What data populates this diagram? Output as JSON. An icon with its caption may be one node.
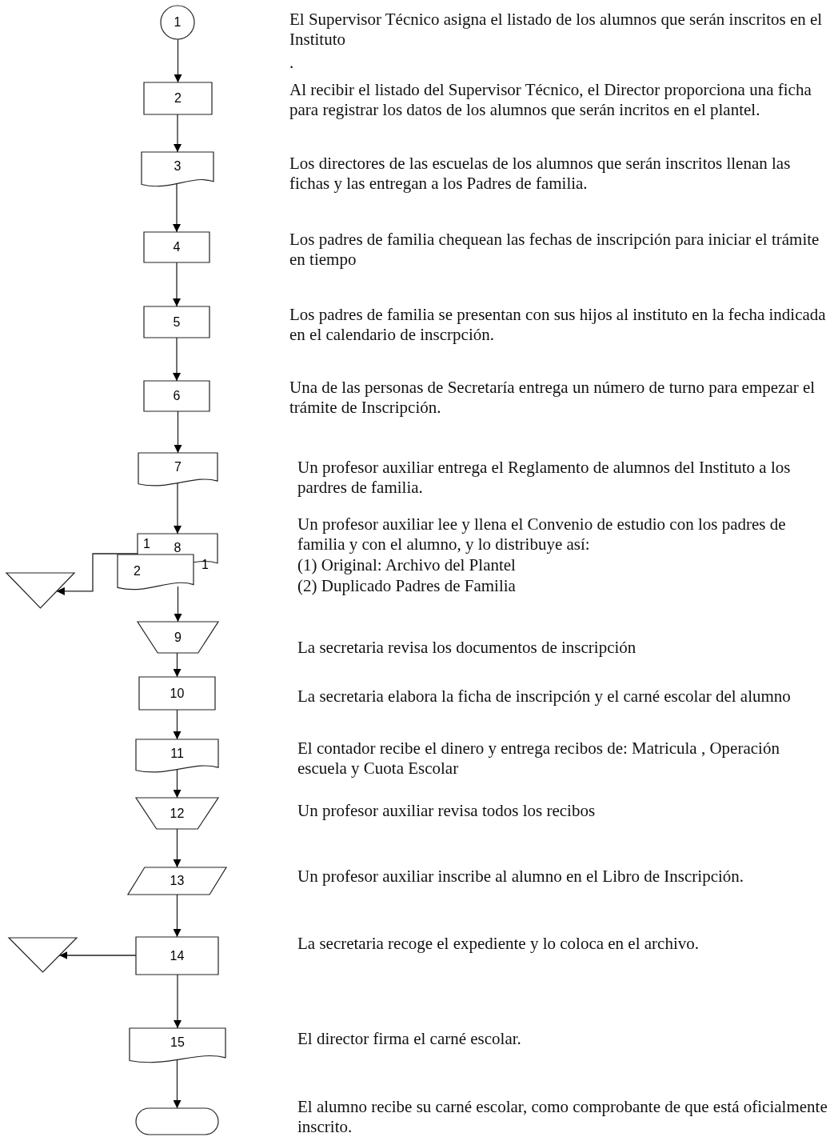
{
  "diagram": {
    "nodes": [
      {
        "text": [
          "1"
        ]
      },
      {
        "text": [
          "2"
        ]
      },
      {
        "text": [
          "3"
        ]
      },
      {
        "text": [
          "4"
        ]
      },
      {
        "text": [
          "5"
        ]
      },
      {
        "text": [
          "6"
        ]
      },
      {
        "text": [
          "7"
        ]
      },
      {
        "text": [
          "1",
          "8",
          "1"
        ]
      },
      {
        "text": [
          "2"
        ]
      },
      {
        "text": [],
        "shape": "triangle"
      },
      {
        "text": [
          "9"
        ]
      },
      {
        "text": [
          "10"
        ]
      },
      {
        "text": [
          "11"
        ]
      },
      {
        "text": [
          "12"
        ]
      },
      {
        "text": [
          "13"
        ]
      },
      {
        "text": [
          "14"
        ]
      },
      {
        "text": [],
        "shape": "triangle"
      },
      {
        "text": [
          "15"
        ]
      },
      {
        "text": [],
        "shape": "terminal"
      }
    ],
    "edges": [
      {
        "from": 0,
        "to": 1,
        "arrow": "to"
      },
      {
        "from": 1,
        "to": 2,
        "arrow": "to"
      },
      {
        "from": 2,
        "to": 3,
        "arrow": "to"
      },
      {
        "from": 3,
        "to": 4,
        "arrow": "to"
      },
      {
        "from": 4,
        "to": 5,
        "arrow": "to"
      },
      {
        "from": 5,
        "to": 6,
        "arrow": "to"
      },
      {
        "from": 6,
        "to": 7,
        "arrow": "to"
      },
      {
        "from": 7,
        "to": 9,
        "arrow": "to"
      },
      {
        "from": 8,
        "to": 10,
        "arrow": "to"
      },
      {
        "from": 10,
        "to": 11,
        "arrow": "to"
      },
      {
        "from": 11,
        "to": 12,
        "arrow": "to"
      },
      {
        "from": 12,
        "to": 13,
        "arrow": "to"
      },
      {
        "from": 13,
        "to": 14,
        "arrow": "to"
      },
      {
        "from": 14,
        "to": 15,
        "arrow": "to"
      },
      {
        "from": 15,
        "to": 16,
        "arrow": "to"
      },
      {
        "from": 15,
        "to": 17,
        "arrow": "to"
      },
      {
        "from": 17,
        "to": 18,
        "arrow": "to"
      }
    ],
    "labels": [
      "El Supervisor Técnico asigna el listado de los alumnos que serán inscritos en el Instituto",
      ".",
      "Al recibir el listado del Supervisor Técnico, el Director proporciona una ficha para registrar los datos de los alumnos que serán incritos en el plantel.",
      "Los directores de las escuelas de los alumnos que serán inscritos llenan las fichas y las entregan a los Padres de familia.",
      "Los padres de familia chequean las fechas de inscripción para iniciar el trámite en tiempo",
      "Los padres de familia se presentan con sus hijos al instituto en la fecha indicada en el calendario de inscrpción.",
      "Una de las personas de Secretaría entrega un número de turno para empezar el trámite de Inscripción.",
      "Un profesor auxiliar entrega el Reglamento de alumnos del Instituto a los pardres de familia.",
      "Un profesor auxiliar lee y llena el Convenio de estudio con los padres de familia y con el alumno, y lo distribuye así:",
      "(1) Original:  Archivo del Plantel",
      "(2) Duplicado Padres de Familia",
      "La secretaria revisa los documentos de inscripción",
      "La secretaria elabora la ficha de inscripción y el carné escolar del alumno",
      "El contador recibe el dinero y entrega recibos de: Matricula , Operación escuela y Cuota Escolar",
      "Un profesor auxiliar revisa todos los recibos",
      "Un profesor auxiliar inscribe al alumno en el Libro de Inscripción.",
      "La secretaria recoge el expediente y lo coloca en el archivo.",
      "El director firma el carné escolar.",
      "El alumno recibe su carné escolar, como comprobante de que está oficialmente inscrito."
    ]
  }
}
